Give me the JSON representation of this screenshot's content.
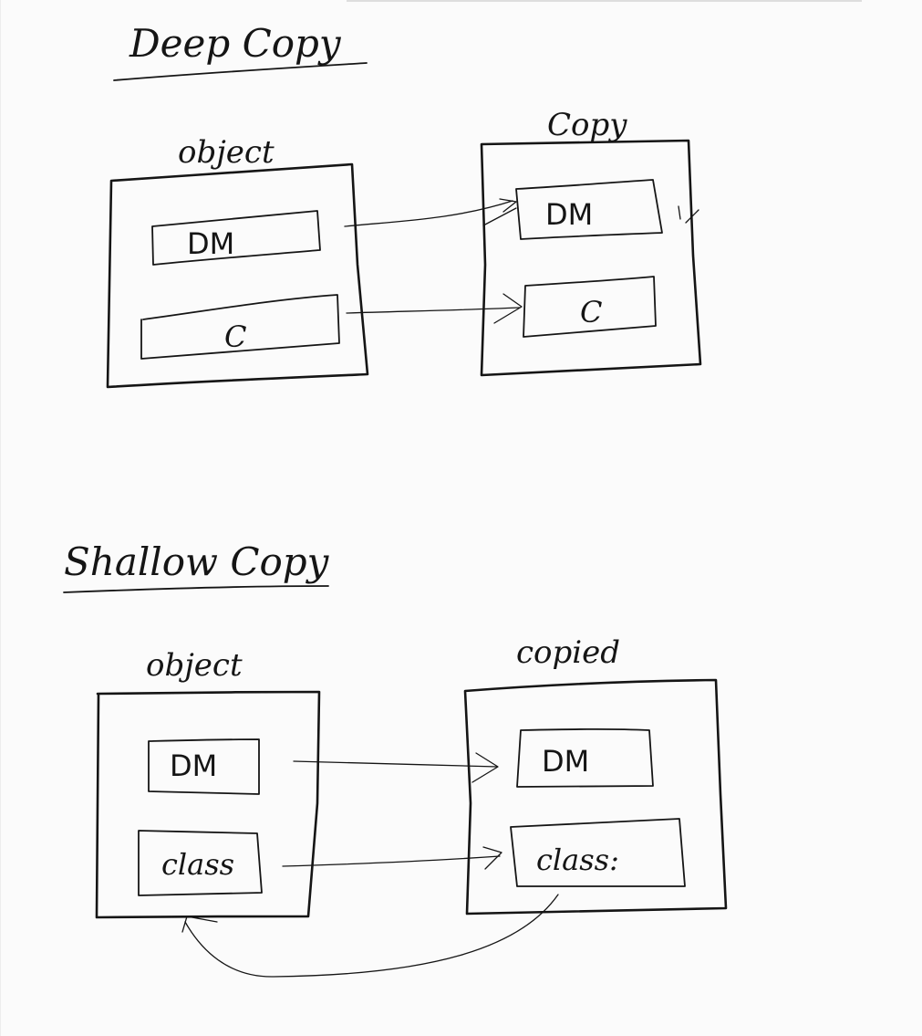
{
  "deep_copy": {
    "title": "Deep Copy",
    "source_label": "object",
    "target_label": "Copy",
    "source_fields": [
      "DM",
      "C"
    ],
    "target_fields": [
      "DM",
      "C"
    ]
  },
  "shallow_copy": {
    "title": "Shallow Copy",
    "source_label": "object",
    "target_label": "copied",
    "source_fields": [
      "DM",
      "class"
    ],
    "target_fields": [
      "DM",
      "class:"
    ]
  }
}
